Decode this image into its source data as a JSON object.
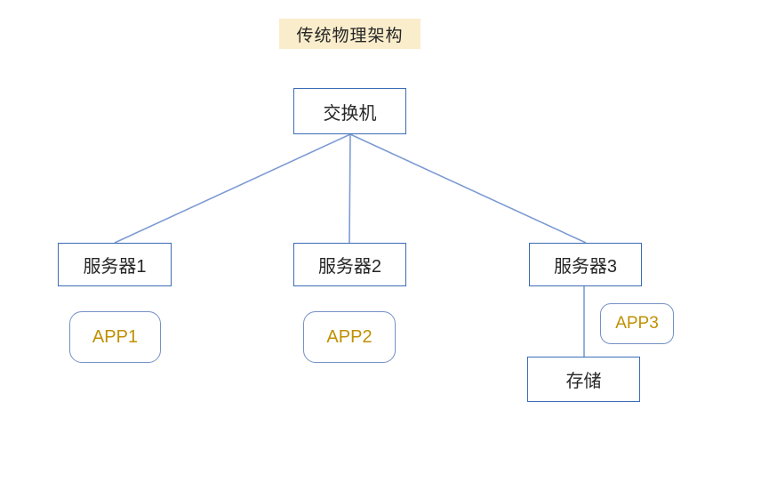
{
  "title": {
    "text": "传统物理架构"
  },
  "nodes": {
    "switch": {
      "label": "交换机",
      "shape": "rect"
    },
    "server1": {
      "label": "服务器1",
      "shape": "rect"
    },
    "server2": {
      "label": "服务器2",
      "shape": "rect"
    },
    "server3": {
      "label": "服务器3",
      "shape": "rect",
      "annotation": "crossed-out-red"
    },
    "app1": {
      "label": "APP1",
      "shape": "rounded"
    },
    "app2": {
      "label": "APP2",
      "shape": "rounded"
    },
    "app3": {
      "label": "APP3",
      "shape": "rounded",
      "annotation": "crossed-out-red"
    },
    "storage": {
      "label": "存储",
      "shape": "rect"
    }
  },
  "edges": [
    {
      "from": "switch",
      "to": "server1"
    },
    {
      "from": "switch",
      "to": "server2"
    },
    {
      "from": "switch",
      "to": "server3"
    },
    {
      "from": "server3",
      "to": "storage"
    }
  ],
  "colors": {
    "title_bg": "#faedcb",
    "rect_border": "#3b6cb5",
    "rounded_border": "#7490c5",
    "connector": "#7d9bd3",
    "app_text": "#bf9000",
    "annotation_red": "#f0312e",
    "label_text": "#262626",
    "canvas_bg": "#ffffff"
  }
}
